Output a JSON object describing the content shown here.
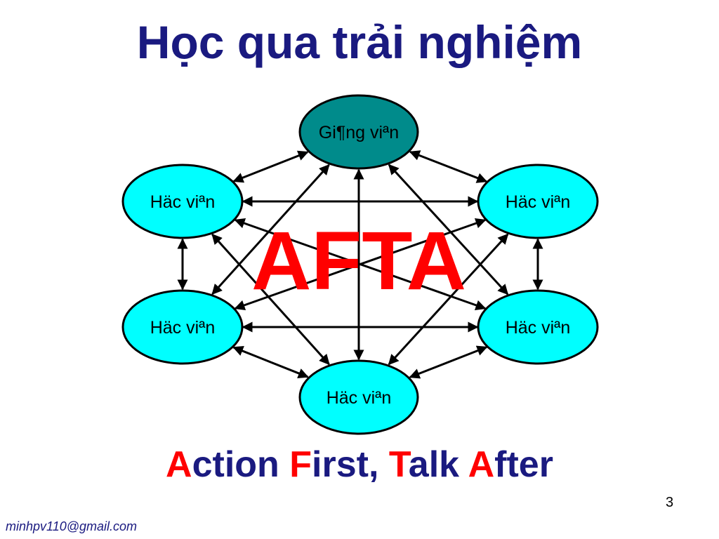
{
  "title": "Học qua trải nghiệm",
  "diagram": {
    "center_text": "AFTA",
    "nodes": {
      "top": "Gi¶ng viªn",
      "upper_left": "Häc viªn",
      "upper_right": "Häc viªn",
      "lower_left": "Häc viªn",
      "lower_right": "Häc viªn",
      "bottom": "Häc viªn"
    }
  },
  "subtitle": {
    "parts": [
      {
        "initial": "A",
        "rest": "ction "
      },
      {
        "initial": "F",
        "rest": "irst, "
      },
      {
        "initial": "T",
        "rest": "alk "
      },
      {
        "initial": "A",
        "rest": "fter"
      }
    ]
  },
  "page_number": "3",
  "footer_email": "minhpv110@gmail.com",
  "colors": {
    "title_navy": "#1a1a80",
    "accent_red": "#ff0000",
    "teacher_fill": "#008b8b",
    "student_fill": "#00ffff",
    "arrow": "#000000"
  }
}
